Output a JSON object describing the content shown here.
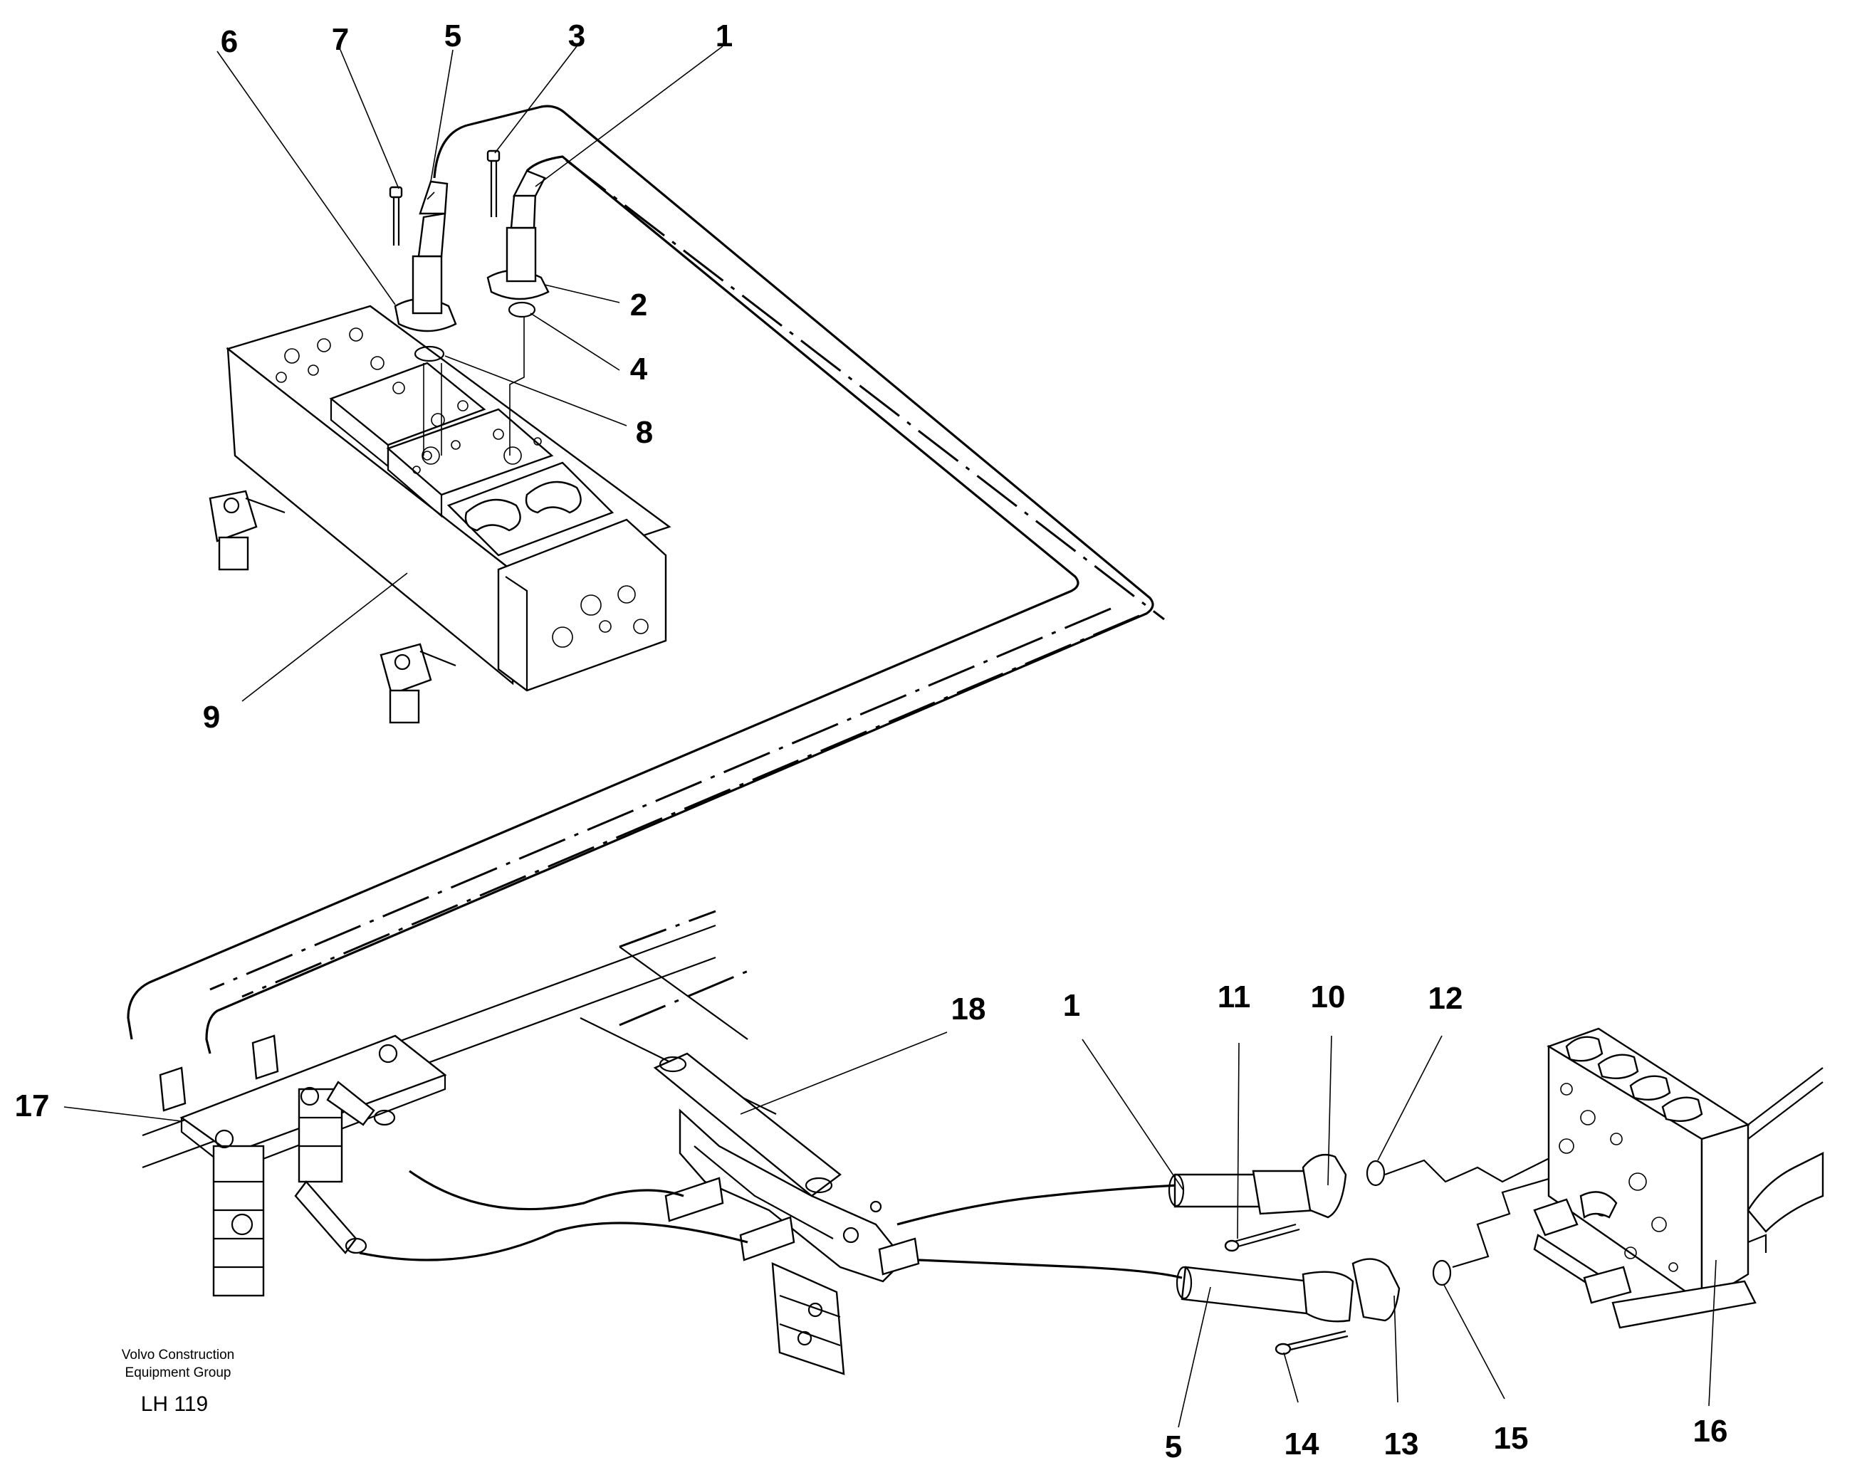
{
  "callouts": {
    "c6_top": "6",
    "c7_top": "7",
    "c5_top": "5",
    "c3_top": "3",
    "c1_top": "1",
    "c2": "2",
    "c4": "4",
    "c8": "8",
    "c9": "9",
    "c18": "18",
    "c1_bottom": "1",
    "c11": "11",
    "c10": "10",
    "c12": "12",
    "c17": "17",
    "c5_bottom": "5",
    "c14": "14",
    "c13": "13",
    "c15": "15",
    "c16": "16"
  },
  "footer": {
    "line1": "Volvo Construction",
    "line2": "Equipment Group",
    "ref": "LH 119"
  }
}
